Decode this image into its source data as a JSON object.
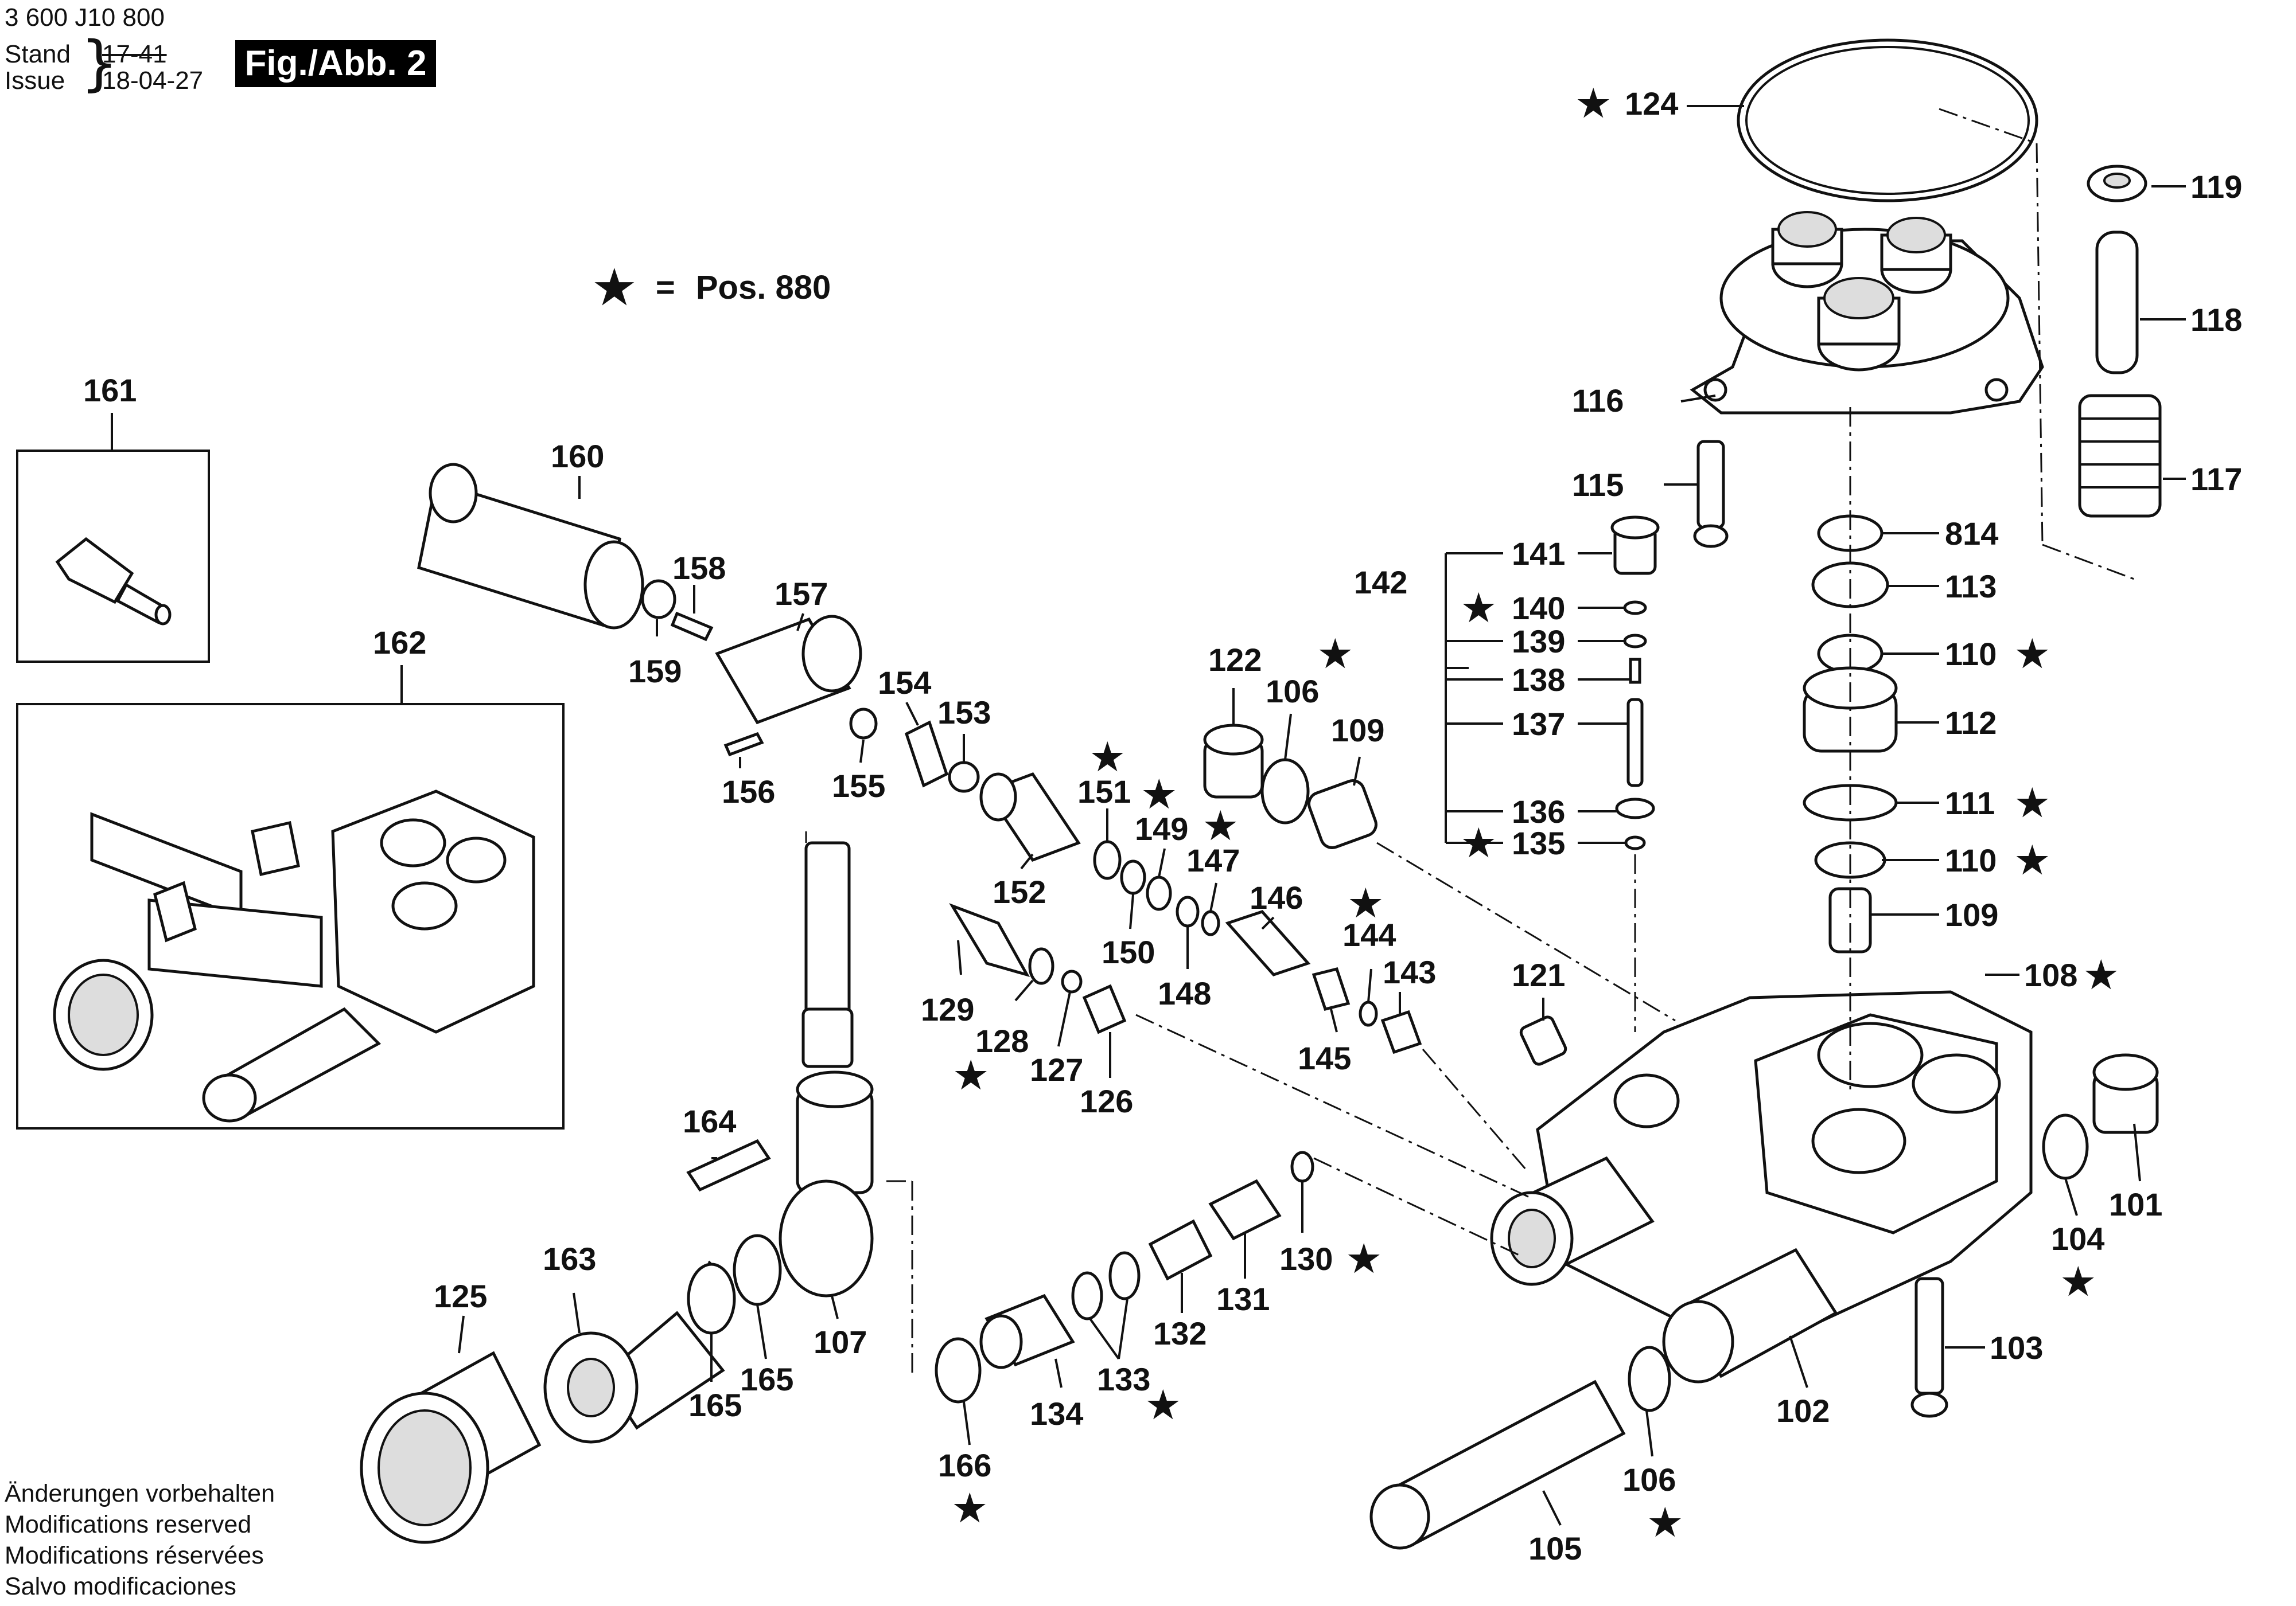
{
  "header": {
    "doc_number": "3 600 J10 800",
    "stand_label": "Stand",
    "issue_label": "Issue",
    "stand_value": "17-41",
    "issue_value": "18-04-27",
    "figure_label": "Fig./Abb. 2"
  },
  "legend": {
    "star_symbol": "★",
    "equals": "=",
    "text": "Pos. 880"
  },
  "footer_notes": [
    "Änderungen vorbehalten",
    "Modifications reserved",
    "Modifications réservées",
    "Salvo modificaciones"
  ],
  "parts": {
    "p101": "101",
    "p102": "102",
    "p103": "103",
    "p104": "104",
    "p105": "105",
    "p106a": "106",
    "p106b": "106",
    "p107": "107",
    "p108": "108",
    "p109a": "109",
    "p109b": "109",
    "p110a": "110",
    "p110b": "110",
    "p111": "111",
    "p112": "112",
    "p113": "113",
    "p814": "814",
    "p115": "115",
    "p116": "116",
    "p117": "117",
    "p118": "118",
    "p119": "119",
    "p121": "121",
    "p122": "122",
    "p124": "124",
    "p125": "125",
    "p126": "126",
    "p127": "127",
    "p128": "128",
    "p129": "129",
    "p130": "130",
    "p131": "131",
    "p132": "132",
    "p133": "133",
    "p134": "134",
    "p135": "135",
    "p136": "136",
    "p137": "137",
    "p138": "138",
    "p139": "139",
    "p140": "140",
    "p141": "141",
    "p142": "142",
    "p143": "143",
    "p144": "144",
    "p145": "145",
    "p146": "146",
    "p147": "147",
    "p148": "148",
    "p149": "149",
    "p150": "150",
    "p151": "151",
    "p152": "152",
    "p153": "153",
    "p154": "154",
    "p155": "155",
    "p156": "156",
    "p157": "157",
    "p158": "158",
    "p159": "159",
    "p160": "160",
    "p161": "161",
    "p162": "162",
    "p163": "163",
    "p164": "164",
    "p165a": "165",
    "p165b": "165",
    "p166": "166"
  }
}
